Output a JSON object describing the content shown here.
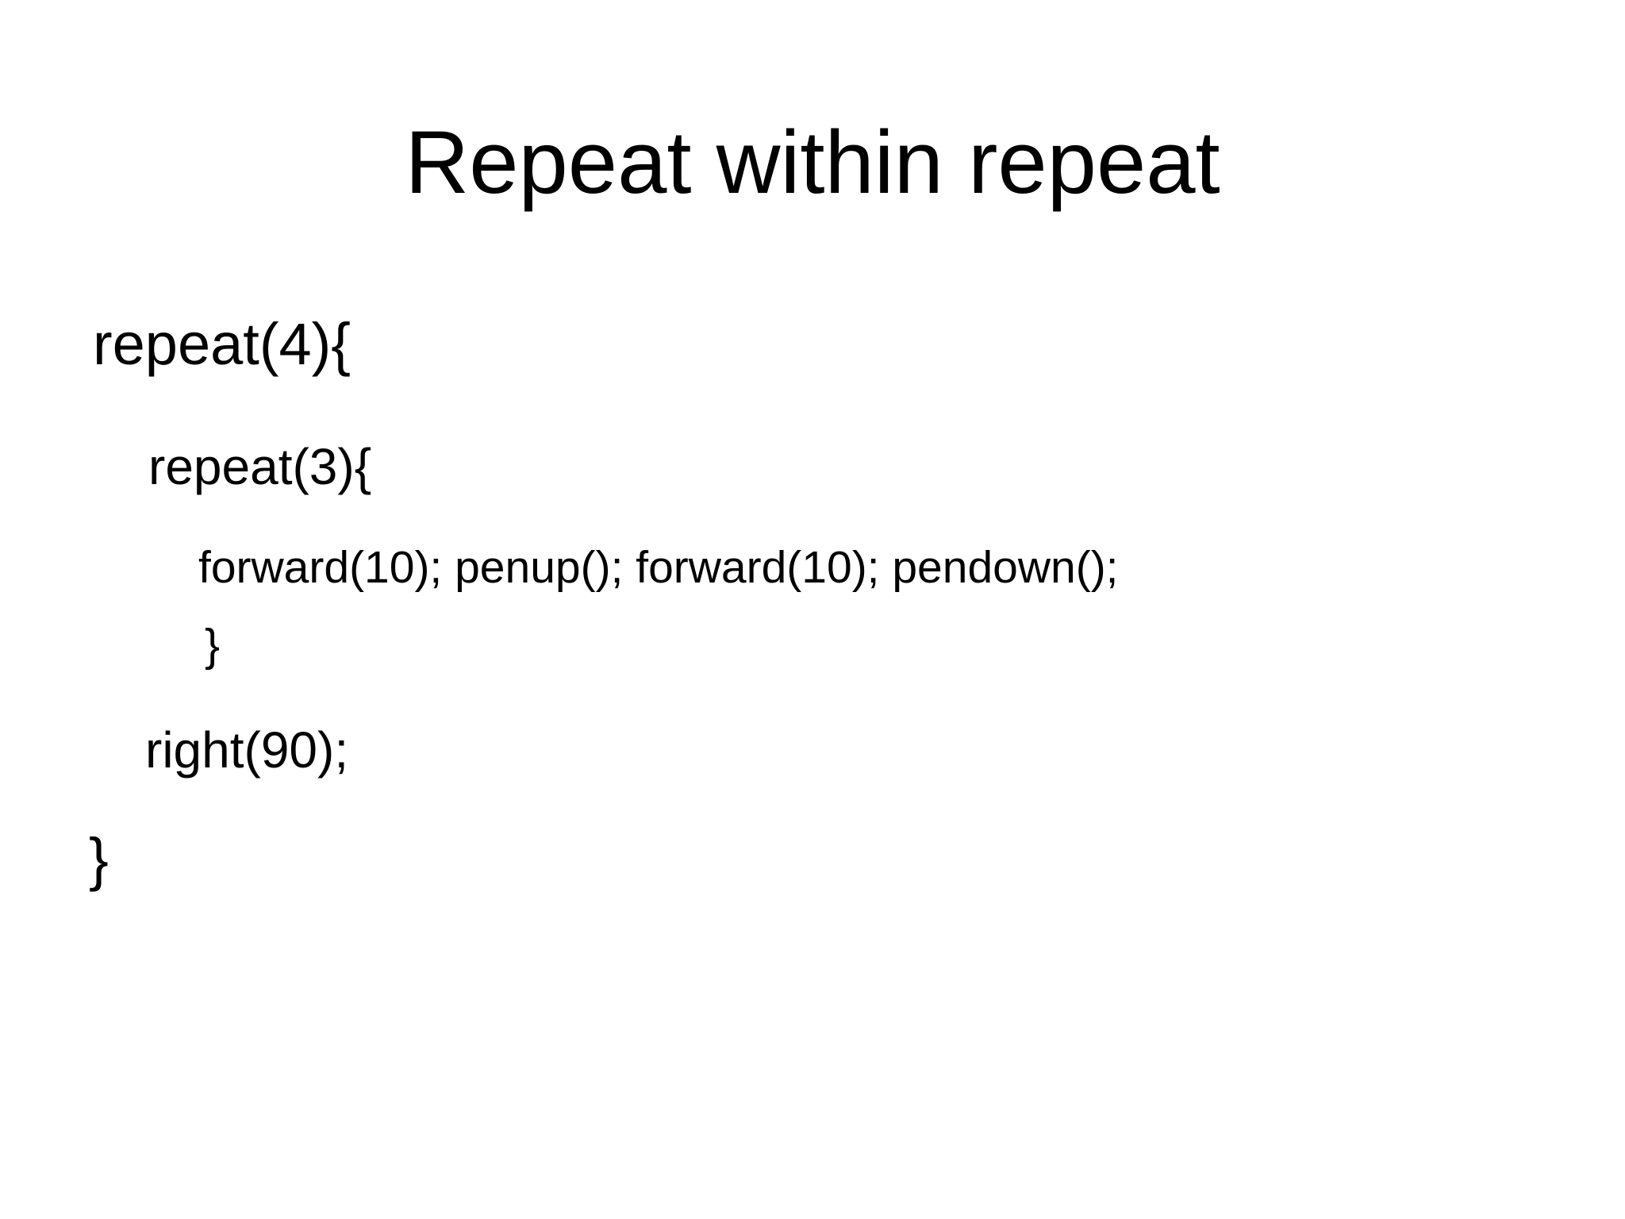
{
  "slide": {
    "title": "Repeat within repeat",
    "code_lines": [
      {
        "text": "repeat(4){",
        "indent_level": 0
      },
      {
        "text": "repeat(3){",
        "indent_level": 1
      },
      {
        "text": "forward(10); penup(); forward(10); pendown();",
        "indent_level": 2
      },
      {
        "text": "}",
        "indent_level": 2
      },
      {
        "text": "right(90);",
        "indent_level": 1
      },
      {
        "text": "}",
        "indent_level": 0
      }
    ]
  }
}
